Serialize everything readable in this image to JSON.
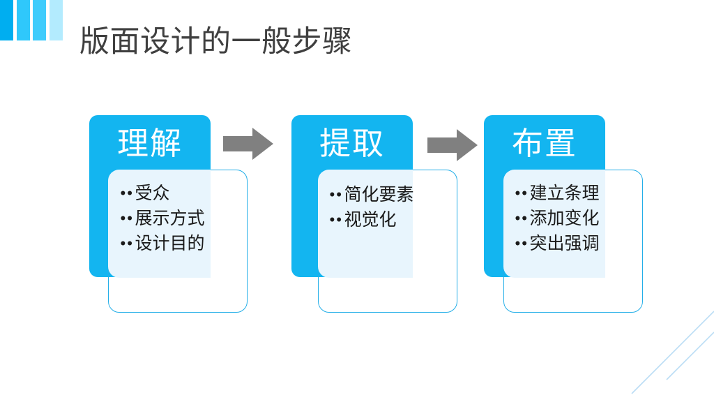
{
  "slide": {
    "title": "版面设计的一般步骤",
    "background": "#ffffff",
    "accent_blue": "#13B5F0",
    "accent_blue_dark": "#00AEF0",
    "panel_fill": "#E8F5FD",
    "outline_color": "#22AEE8",
    "title_color": "#3F3F3F",
    "arrow_color": "#808080"
  },
  "decor_bars": [
    {
      "name": "bar-1",
      "color": "#00AEF0"
    },
    {
      "name": "bar-2",
      "color": "#2FC8FB"
    },
    {
      "name": "bar-3",
      "color": "#3FCCFC"
    },
    {
      "name": "bar-4",
      "color": "#B3EBFE"
    }
  ],
  "steps": [
    {
      "heading": "理解",
      "bullet_marker": "••",
      "items": [
        "受众",
        "展示方式",
        "设计目的"
      ]
    },
    {
      "heading": "提取",
      "bullet_marker": "••",
      "items": [
        "简化要素",
        "视觉化"
      ]
    },
    {
      "heading": "布置",
      "bullet_marker": "••",
      "items": [
        "建立条理",
        "添加变化",
        "突出强调"
      ]
    }
  ],
  "arrows": [
    {
      "name": "arrow-step1-to-step2",
      "direction": "right"
    },
    {
      "name": "arrow-step2-to-step3",
      "direction": "right"
    }
  ],
  "decor_lines": {
    "count": 2,
    "color": "#BBDDF5"
  }
}
